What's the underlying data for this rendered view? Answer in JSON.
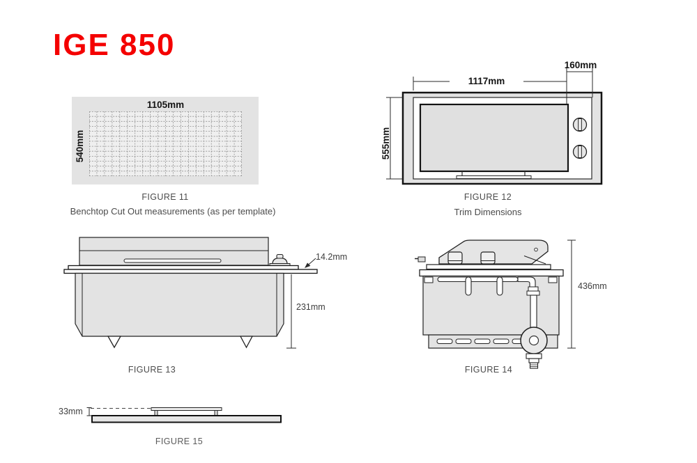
{
  "title": "IGE 850",
  "colors": {
    "accent_red": "#f40000",
    "panel_gray": "#e3e3e3",
    "line_dark": "#1f1f1f",
    "caption_gray": "#4b4b4b"
  },
  "fig11": {
    "caption": "FIGURE 11",
    "subcaption": "Benchtop Cut Out measurements (as per template)",
    "dim_width": "1105mm",
    "dim_height": "540mm"
  },
  "fig12": {
    "caption": "FIGURE 12",
    "subcaption": "Trim Dimensions",
    "dim_width": "1117mm",
    "dim_side": "160mm",
    "dim_height": "555mm"
  },
  "fig13": {
    "caption": "FIGURE 13",
    "dim_trim_thickness": "14.2mm",
    "dim_depth_below_bench": "231mm"
  },
  "fig14": {
    "caption": "FIGURE 14",
    "dim_overall_height": "436mm"
  },
  "fig15": {
    "caption": "FIGURE 15",
    "dim_profile_height": "33mm"
  }
}
